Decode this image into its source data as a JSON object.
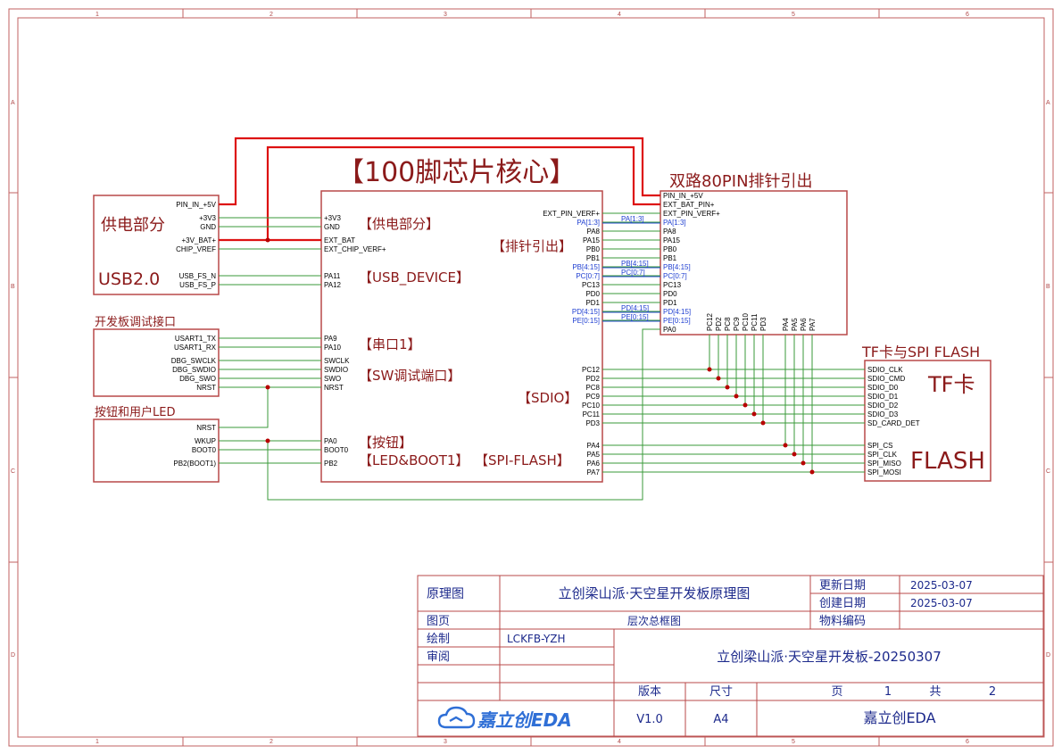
{
  "frame": {
    "cols": [
      "1",
      "2",
      "3",
      "4",
      "5",
      "6"
    ],
    "rows": [
      "A",
      "B",
      "C",
      "D"
    ]
  },
  "big_labels": {
    "core_chip": "【100脚芯片核心】",
    "header_out": "双路80PIN排针引出",
    "power": "供电部分",
    "usb": "USB2.0",
    "debug": "开发板调试接口",
    "button_led": "按钮和用户LED",
    "tf_spi": "TF卡与SPI FLASH",
    "tf": "TF卡",
    "flash": "FLASH"
  },
  "core_sections": {
    "power": "【供电部分】",
    "header": "【排针引出】",
    "usb_device": "【USB_DEVICE】",
    "uart": "【串口1】",
    "sw": "【SW调试端口】",
    "sdio": "【SDIO】",
    "key": "【按钮】",
    "led_boot": "【LED&BOOT1】",
    "spi_flash": "【SPI-FLASH】"
  },
  "power_block": {
    "pins": [
      "PIN_IN_+5V",
      "+3V3",
      "GND",
      "+3V_BAT+",
      "CHIP_VREF",
      "USB_FS_N",
      "USB_FS_P"
    ]
  },
  "debug_block": {
    "pins": [
      "USART1_TX",
      "USART1_RX",
      "DBG_SWCLK",
      "DBG_SWDIO",
      "DBG_SWO",
      "NRST"
    ]
  },
  "button_block": {
    "pins": [
      "NRST",
      "WKUP",
      "BOOT0",
      "PB2(BOOT1)"
    ]
  },
  "core_left_pins": [
    "+3V3",
    "GND",
    "EXT_BAT",
    "EXT_CHIP_VERF+",
    "PA11",
    "PA12",
    "PA9",
    "PA10",
    "SWCLK",
    "SWDIO",
    "SWO",
    "NRST",
    "PA0",
    "BOOT0",
    "PB2"
  ],
  "core_right_pins": [
    "EXT_PIN_VERF+",
    "PA[1:3]",
    "PA8",
    "PA15",
    "PB0",
    "PB1",
    "PB[4:15]",
    "PC[0:7]",
    "PC13",
    "PD0",
    "PD1",
    "PD[4:15]",
    "PE[0:15]",
    "PC12",
    "PD2",
    "PC8",
    "PC9",
    "PC10",
    "PC11",
    "PD3",
    "PA4",
    "PA5",
    "PA6",
    "PA7"
  ],
  "bus_labels": [
    "PA[1:3]",
    "PB[4:15]",
    "PC[0:7]",
    "PD[4:15]",
    "PE[0:15]"
  ],
  "header_pins": [
    "PIN_IN_+5V",
    "EXT_BAT_PIN+",
    "EXT_PIN_VERF+",
    "PA[1:3]",
    "PA8",
    "PA15",
    "PB0",
    "PB1",
    "PB[4:15]",
    "PC[0:7]",
    "PC13",
    "PD0",
    "PD1",
    "PD[4:15]",
    "PE[0:15]",
    "PA0"
  ],
  "header_bottom_pins": [
    "PC12",
    "PD2",
    "PC8",
    "PC9",
    "PC10",
    "PC11",
    "PD3",
    "PA4",
    "PA5",
    "PA6",
    "PA7"
  ],
  "tf_pins": [
    "SDIO_CLK",
    "SDIO_CMD",
    "SDIO_D0",
    "SDIO_D1",
    "SDIO_D2",
    "SDIO_D3",
    "SD_CARD_DET",
    "SPI_CS",
    "SPI_CLK",
    "SPI_MISO",
    "SPI_MOSI"
  ],
  "title_block": {
    "schematic_label": "原理图",
    "schematic_value": "立创梁山派·天空星开发板原理图",
    "update_date_label": "更新日期",
    "update_date": "2025-03-07",
    "create_date_label": "创建日期",
    "create_date": "2025-03-07",
    "page_label": "图页",
    "page_value": "层次总框图",
    "material_label": "物料编码",
    "drawn_label": "绘制",
    "drawn_value": "LCKFB-YZH",
    "review_label": "审阅",
    "project": "立创梁山派·天空星开发板-20250307",
    "version_label": "版本",
    "version": "V1.0",
    "size_label": "尺寸",
    "size": "A4",
    "page_word": "页",
    "page_num": "1",
    "total_word": "共",
    "total_num": "2",
    "logo_text": "嘉立创EDA",
    "company": "嘉立创EDA"
  },
  "colors": {
    "frame": "#c06060",
    "block": "#b84848",
    "wire": "#3a9a3a",
    "power_wire": "#dd1111",
    "junction": "#b80000",
    "label": "#8b1a1a",
    "title_text": "#1d2a8c",
    "bus_text": "#1f3fd1",
    "logo": "#2f6fd6"
  }
}
